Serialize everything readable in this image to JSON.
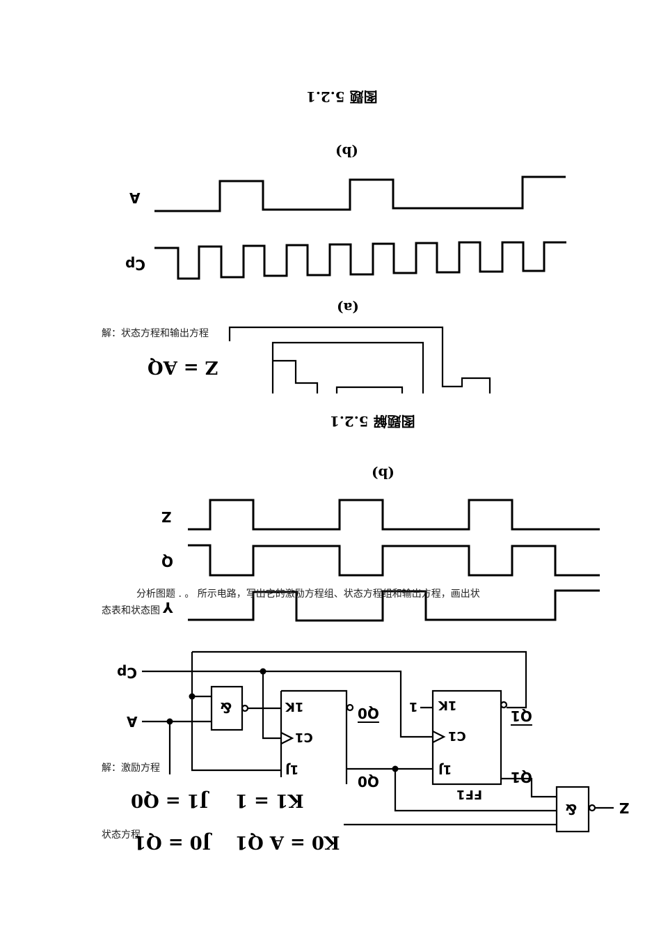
{
  "figure1": {
    "caption_top": "图题 5.2.1",
    "sub_b": "(b)",
    "sub_a": "(a)",
    "signal_a": "A",
    "signal_cp": "Cp"
  },
  "para1": {
    "solution_intro": "解：状态方程和输出方程",
    "eq_z": "Z = AQ"
  },
  "figure2": {
    "caption": "图题解 5.2.1",
    "sub_b": "(b)",
    "signal_z": "Z",
    "signal_q": "Q",
    "signal_y": "Y"
  },
  "problem": {
    "line1": "分析图题  .   。   所示电路，写出它的激励方程组、状态方程组和输出方程，画出状",
    "line2": "态表和状态图"
  },
  "circuit": {
    "cp": "Cp",
    "a": "A",
    "and_gate": "&",
    "in_1k_0": "1K",
    "in_c1_0": "C1",
    "in_1j_0": "1J",
    "out_q0_bar": "Q0",
    "out_q0": "Q0",
    "const_1": "1",
    "in_1k_1": "1K",
    "in_c1_1": "C1",
    "in_1j_1": "1J",
    "out_q1_bar": "Q1",
    "out_q1": "Q1",
    "ff1_label": "FF1",
    "out_and": "&",
    "out_z": "Z"
  },
  "para2": {
    "excitation_intro": "解：激励方程",
    "eq_j1": "J1 = Q0",
    "eq_k1": "K1 = 1",
    "state_intro": "状态方程",
    "eq_j0": "J0 = Q1",
    "eq_k0": "K0 = A Q1"
  }
}
